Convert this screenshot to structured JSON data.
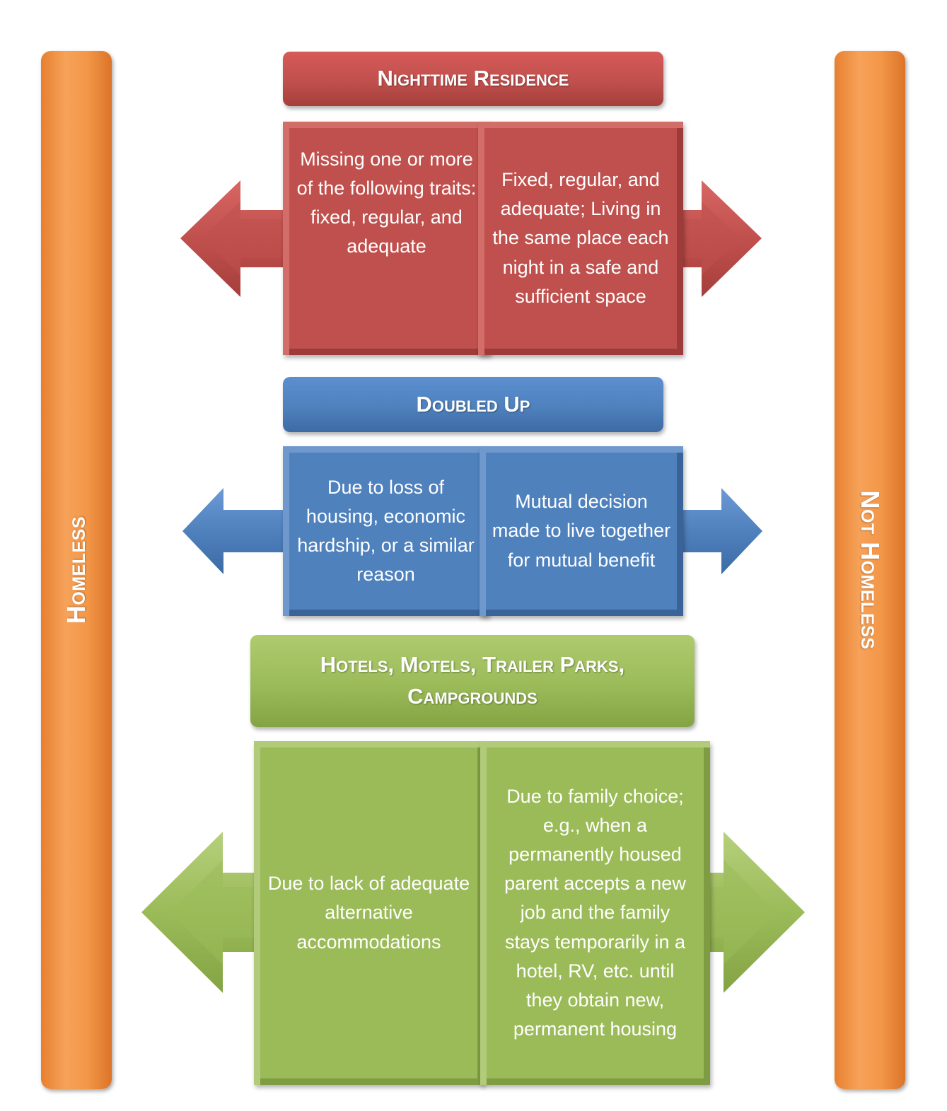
{
  "pillars": {
    "left": "Homeless",
    "right": "Not Homeless"
  },
  "sections": {
    "nighttime": {
      "title": "Nighttime Residence",
      "left": "Missing one or more of the following traits: fixed, regular, and adequate",
      "right": "Fixed, regular, and adequate; Living in the same place each night in a safe and sufficient space"
    },
    "doubled": {
      "title": "Doubled Up",
      "left": "Due to loss of housing, economic hardship, or a similar reason",
      "right": "Mutual decision made to live together for mutual benefit"
    },
    "hotels": {
      "title": "Hotels, Motels, Trailer Parks, Campgrounds",
      "left": "Due to lack of adequate alternative accommodations",
      "right": "Due to family choice; e.g., when a permanently housed parent accepts a new job and the family stays temporarily in a hotel, RV, etc. until they obtain new, permanent housing"
    }
  },
  "colors": {
    "orange": "#f79646",
    "red": "#c0504d",
    "blue": "#4f81bd",
    "green": "#9bbb59"
  },
  "icons": {
    "left_arrow": "arrow-left-icon",
    "right_arrow": "arrow-right-icon"
  }
}
